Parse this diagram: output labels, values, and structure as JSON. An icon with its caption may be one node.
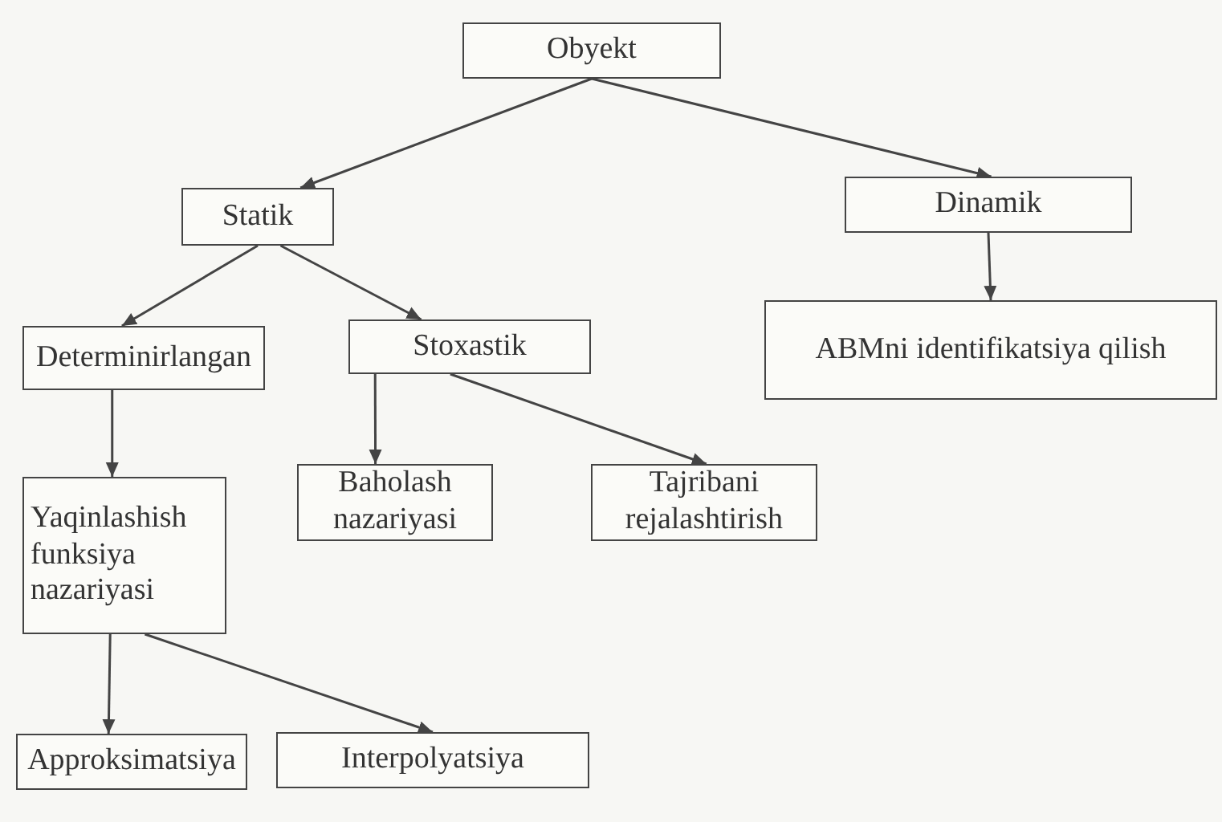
{
  "diagram": {
    "nodes": [
      {
        "text": [
          "Obyekt"
        ]
      },
      {
        "text": [
          "Statik"
        ]
      },
      {
        "text": [
          "Dinamik"
        ]
      },
      {
        "text": [
          "Determinirlangan"
        ]
      },
      {
        "text": [
          "Stoxastik"
        ]
      },
      {
        "text": [
          "ABMni identifikatsiya qilish"
        ]
      },
      {
        "text": [
          "Yaqinlashish funksiya nazariyasi"
        ]
      },
      {
        "text": [
          "Baholash nazariyasi"
        ]
      },
      {
        "text": [
          "Tajribani rejalashtirish"
        ]
      },
      {
        "text": [
          "Approksimatsiya"
        ]
      },
      {
        "text": [
          "Interpolyatsiya"
        ]
      }
    ],
    "edges": [
      {
        "from": 0,
        "to": 1,
        "arrow": "to"
      },
      {
        "from": 0,
        "to": 2,
        "arrow": "to"
      },
      {
        "from": 1,
        "to": 3,
        "arrow": "to"
      },
      {
        "from": 1,
        "to": 4,
        "arrow": "to"
      },
      {
        "from": 2,
        "to": 5,
        "arrow": "to"
      },
      {
        "from": 3,
        "to": 6,
        "arrow": "to"
      },
      {
        "from": 4,
        "to": 7,
        "arrow": "to"
      },
      {
        "from": 4,
        "to": 8,
        "arrow": "to"
      },
      {
        "from": 6,
        "to": 9,
        "arrow": "to"
      },
      {
        "from": 6,
        "to": 10,
        "arrow": "to"
      }
    ]
  }
}
